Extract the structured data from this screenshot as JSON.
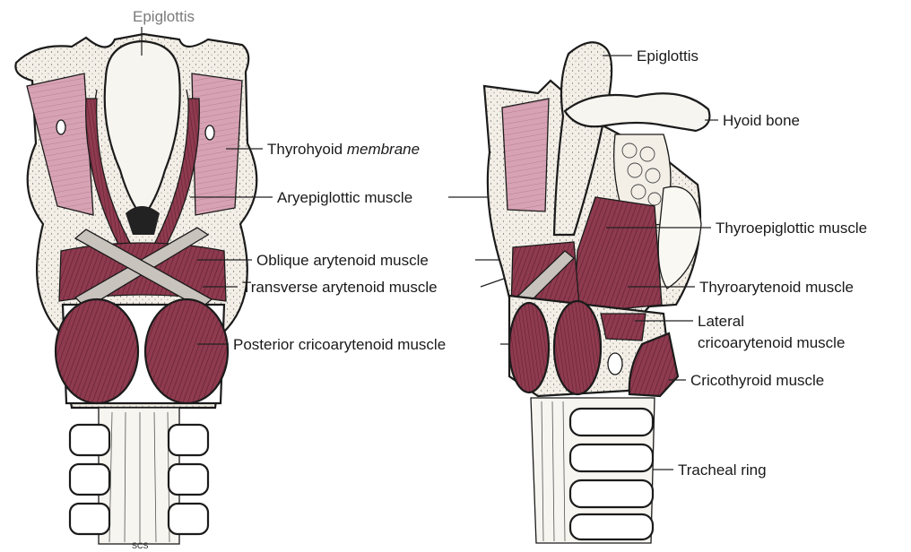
{
  "colors": {
    "muscle": "#8e3a4f",
    "muscle_dark": "#6a2435",
    "membrane": "#d7a3b4",
    "cartilage": "#f3efe7",
    "outline": "#1b1b1b"
  },
  "posterior_view": {
    "labels": {
      "epiglottis": "Epiglottis",
      "thyrohyoid_prefix": "Thyrohyoid ",
      "thyrohyoid_italic": "membrane",
      "aryepiglottic": "Aryepiglottic muscle",
      "oblique_arytenoid": "Oblique arytenoid muscle",
      "transverse_arytenoid": "Transverse arytenoid muscle",
      "posterior_cricoarytenoid": "Posterior cricoarytenoid muscle"
    },
    "signature": "SCS"
  },
  "lateral_view": {
    "labels": {
      "epiglottis": "Epiglottis",
      "hyoid_bone": "Hyoid bone",
      "thyroepiglottic": "Thyroepiglottic muscle",
      "thyroarytenoid": "Thyroarytenoid muscle",
      "lateral_cricoarytenoid_line1": "Lateral",
      "lateral_cricoarytenoid_line2": "cricoarytenoid muscle",
      "cricothyroid": "Cricothyroid muscle",
      "tracheal_ring": "Tracheal ring"
    }
  }
}
